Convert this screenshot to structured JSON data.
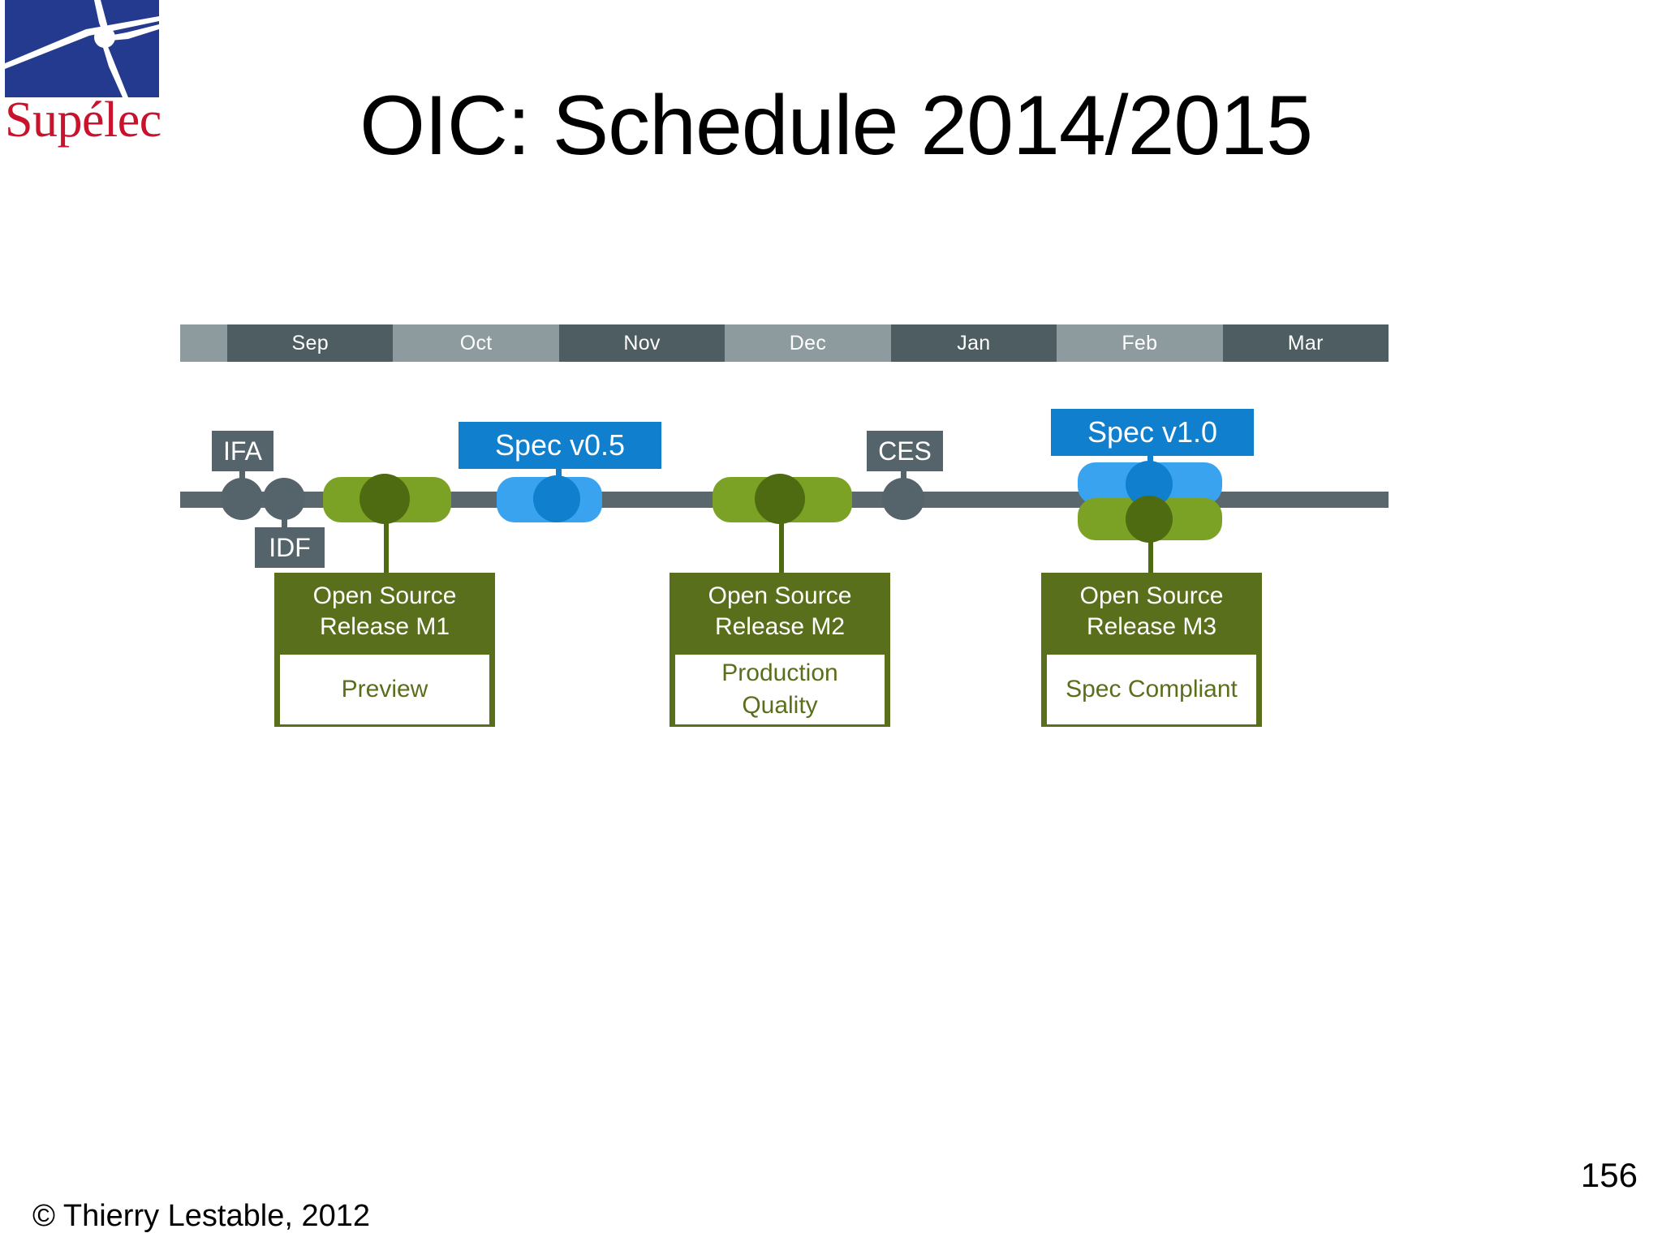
{
  "slide": {
    "title": "OIC: Schedule 2014/2015",
    "copyright": "© Thierry Lestable, 2012",
    "page_number": "156"
  },
  "logo": {
    "name": "Supélec",
    "wordmark": "Supélec",
    "mark_color": "#243a8f",
    "text_color": "#c9122b"
  },
  "timeline": {
    "months": [
      {
        "label": "Sep",
        "shade": "dark"
      },
      {
        "label": "Oct",
        "shade": "light"
      },
      {
        "label": "Nov",
        "shade": "dark"
      },
      {
        "label": "Dec",
        "shade": "light"
      },
      {
        "label": "Jan",
        "shade": "dark"
      },
      {
        "label": "Feb",
        "shade": "light"
      },
      {
        "label": "Mar",
        "shade": "dark"
      }
    ],
    "events": [
      {
        "label": "IFA",
        "type": "event",
        "color": "#55646a"
      },
      {
        "label": "IDF",
        "type": "event",
        "color": "#55646a"
      },
      {
        "label": "CES",
        "type": "event",
        "color": "#55646a"
      }
    ],
    "specs": [
      {
        "label": "Spec v0.5",
        "color": "#0f7fce"
      },
      {
        "label": "Spec v1.0",
        "color": "#0f7fce"
      }
    ],
    "milestones": [
      {
        "head_line1": "Open Source",
        "head_line2": "Release M1",
        "body_line1": "Preview",
        "body_line2": ""
      },
      {
        "head_line1": "Open Source",
        "head_line2": "Release M2",
        "body_line1": "Production",
        "body_line2": "Quality"
      },
      {
        "head_line1": "Open Source",
        "head_line2": "Release M3",
        "body_line1": "Spec Compliant",
        "body_line2": ""
      }
    ]
  },
  "colors": {
    "month_dark": "#4e5d62",
    "month_light": "#8d9a9e",
    "timeline_line": "#5a686e",
    "spec_blue": "#0f7fce",
    "spec_blue_light": "#3aa3ef",
    "release_green": "#7ba224",
    "release_green_dark": "#4e6b12",
    "card_green": "#5a6f1c"
  },
  "chart_data": {
    "type": "timeline",
    "title": "OIC: Schedule 2014/2015",
    "categories": [
      "Sep",
      "Oct",
      "Nov",
      "Dec",
      "Jan",
      "Feb",
      "Mar"
    ],
    "markers": [
      {
        "name": "IFA",
        "kind": "event",
        "month": "Sep",
        "x_pct": 5
      },
      {
        "name": "IDF",
        "kind": "event",
        "month": "Sep",
        "x_pct": 9
      },
      {
        "name": "Open Source Release M1",
        "kind": "release",
        "detail": "Preview",
        "month": "Sep/Oct",
        "x_pct": 17
      },
      {
        "name": "Spec v0.5",
        "kind": "spec",
        "month": "Oct/Nov",
        "x_pct": 31
      },
      {
        "name": "Open Source Release M2",
        "kind": "release",
        "detail": "Production Quality",
        "month": "Dec",
        "x_pct": 50
      },
      {
        "name": "CES",
        "kind": "event",
        "month": "Jan",
        "x_pct": 60
      },
      {
        "name": "Spec v1.0",
        "kind": "spec",
        "month": "Feb",
        "x_pct": 80
      },
      {
        "name": "Open Source Release M3",
        "kind": "release",
        "detail": "Spec Compliant",
        "month": "Feb",
        "x_pct": 80
      }
    ]
  }
}
